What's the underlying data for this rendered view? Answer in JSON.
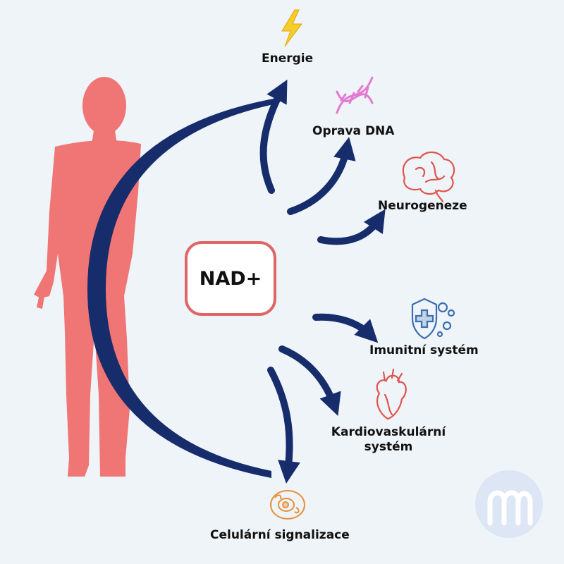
{
  "center": {
    "label": "NAD+"
  },
  "outputs": [
    {
      "id": "energie",
      "label": "Energie",
      "icon": "lightning-icon"
    },
    {
      "id": "oprava-dna",
      "label": "Oprava DNA",
      "icon": "dna-icon"
    },
    {
      "id": "neurogeneze",
      "label": "Neurogeneze",
      "icon": "brain-icon"
    },
    {
      "id": "imunitni-system",
      "label": "Imunitní systém",
      "icon": "immune-shield-icon"
    },
    {
      "id": "kardiovaskularni-system",
      "label_line1": "Kardiovaskulární",
      "label_line2": "systém",
      "icon": "heart-icon"
    },
    {
      "id": "celularni-signalizace",
      "label": "Celulární signalizace",
      "icon": "cell-icon"
    }
  ],
  "colors": {
    "background": "#eef4f8",
    "arrow": "#172c6b",
    "body": "#f07575",
    "center_border": "#e06666",
    "icon_red": "#e0544e",
    "icon_blue": "#3a6fb0",
    "icon_pink": "#e27ad0",
    "icon_yellow": "#f5cc2a",
    "icon_orange": "#e8903a",
    "logo": "#dde6f4"
  },
  "icons": {
    "human": "human-silhouette-icon",
    "logo": "brand-logo-icon"
  }
}
